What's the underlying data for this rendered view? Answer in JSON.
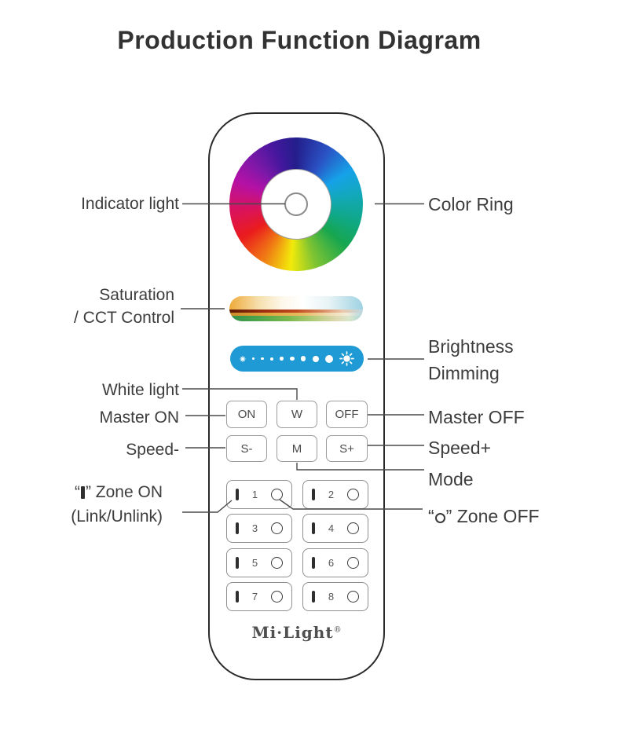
{
  "title": "Production Function Diagram",
  "brand": {
    "logo": "Mi·Light",
    "registered": "®"
  },
  "labels": {
    "left": {
      "indicator_light": "Indicator light",
      "saturation_line1": "Saturation",
      "saturation_line2": "/ CCT Control",
      "white_light": "White light",
      "master_on": "Master ON",
      "speed_minus": "Speed-",
      "zone_on_quote_open": "“",
      "zone_on_quote_close": "”",
      "zone_on_text": " Zone ON",
      "zone_on_line2": "(Link/Unlink)"
    },
    "right": {
      "color_ring": "Color Ring",
      "brightness_line1": "Brightness",
      "brightness_line2": "Dimming",
      "master_off": "Master OFF",
      "speed_plus": "Speed+",
      "mode": "Mode",
      "zone_off_quote_open": "“",
      "zone_off_quote_close": "”",
      "zone_off_text": " Zone OFF"
    }
  },
  "remote": {
    "buttons": {
      "on": "ON",
      "white": "W",
      "off": "OFF",
      "speed_down": "S-",
      "mode": "M",
      "speed_up": "S+"
    },
    "zones": [
      "1",
      "2",
      "3",
      "4",
      "5",
      "6",
      "7",
      "8"
    ],
    "colors": {
      "brightness_bar": "#1f9ad4",
      "body_outline": "#2a2a2a",
      "callout_line": "#4a4a4a"
    }
  }
}
